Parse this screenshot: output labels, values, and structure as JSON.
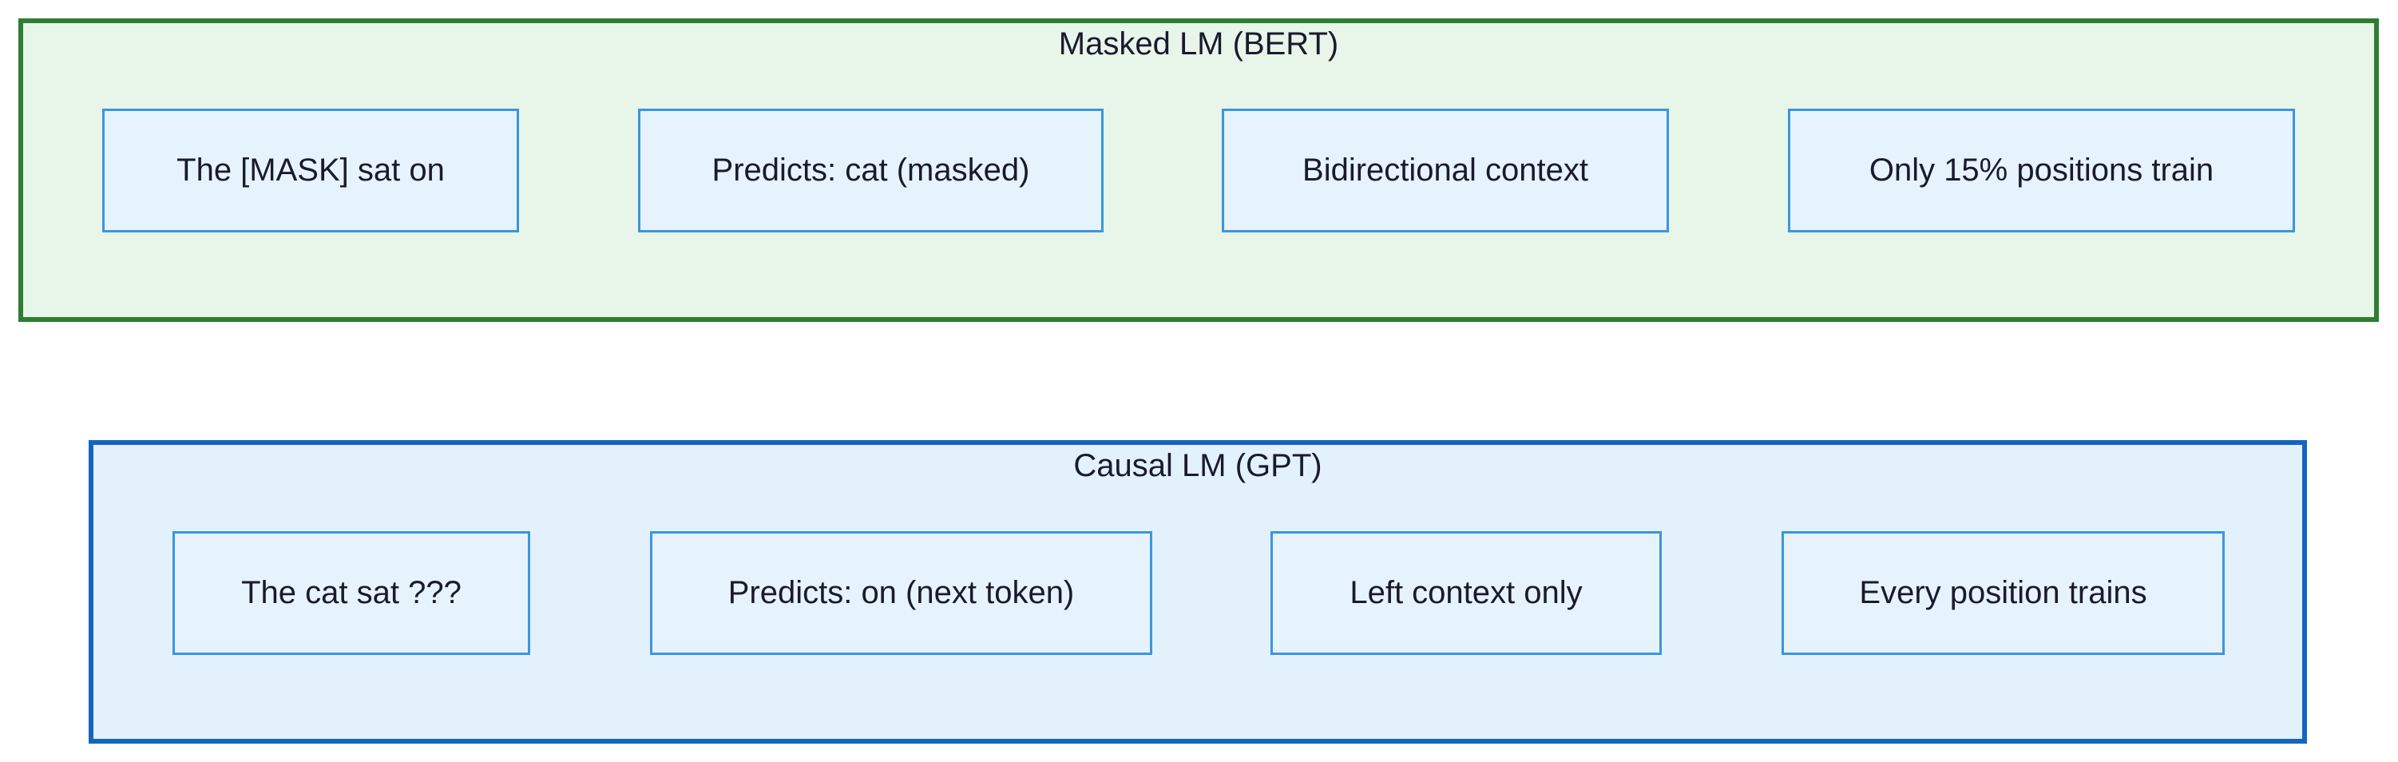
{
  "groups": [
    {
      "title": "Masked LM (BERT)",
      "border_color": "#2e7d32",
      "background": "#e8f5e9",
      "nodes": [
        {
          "label": "The [MASK] sat on"
        },
        {
          "label": "Predicts: cat (masked)"
        },
        {
          "label": "Bidirectional context"
        },
        {
          "label": "Only 15% positions train"
        }
      ]
    },
    {
      "title": "Causal LM (GPT)",
      "border_color": "#1565c0",
      "background": "#e3f2fd",
      "nodes": [
        {
          "label": "The cat sat ???"
        },
        {
          "label": "Predicts: on (next token)"
        },
        {
          "label": "Left context only"
        },
        {
          "label": "Every position trains"
        }
      ]
    }
  ]
}
